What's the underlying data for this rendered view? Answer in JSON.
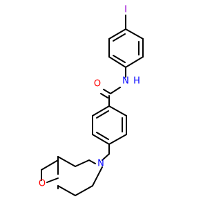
{
  "molecule": {
    "atoms": {
      "iodine": {
        "label": "I",
        "color": "#9400d3"
      },
      "amide_n": {
        "label": "N",
        "color": "#0000ff"
      },
      "amide_h": {
        "label": "H",
        "color": "#0000ff"
      },
      "carbonyl_o": {
        "label": "O",
        "color": "#ff0000"
      },
      "morpholine_n": {
        "label": "N",
        "color": "#0000ff"
      },
      "morpholine_o": {
        "label": "O",
        "color": "#ff0000"
      }
    },
    "bond_color": "#000000"
  }
}
